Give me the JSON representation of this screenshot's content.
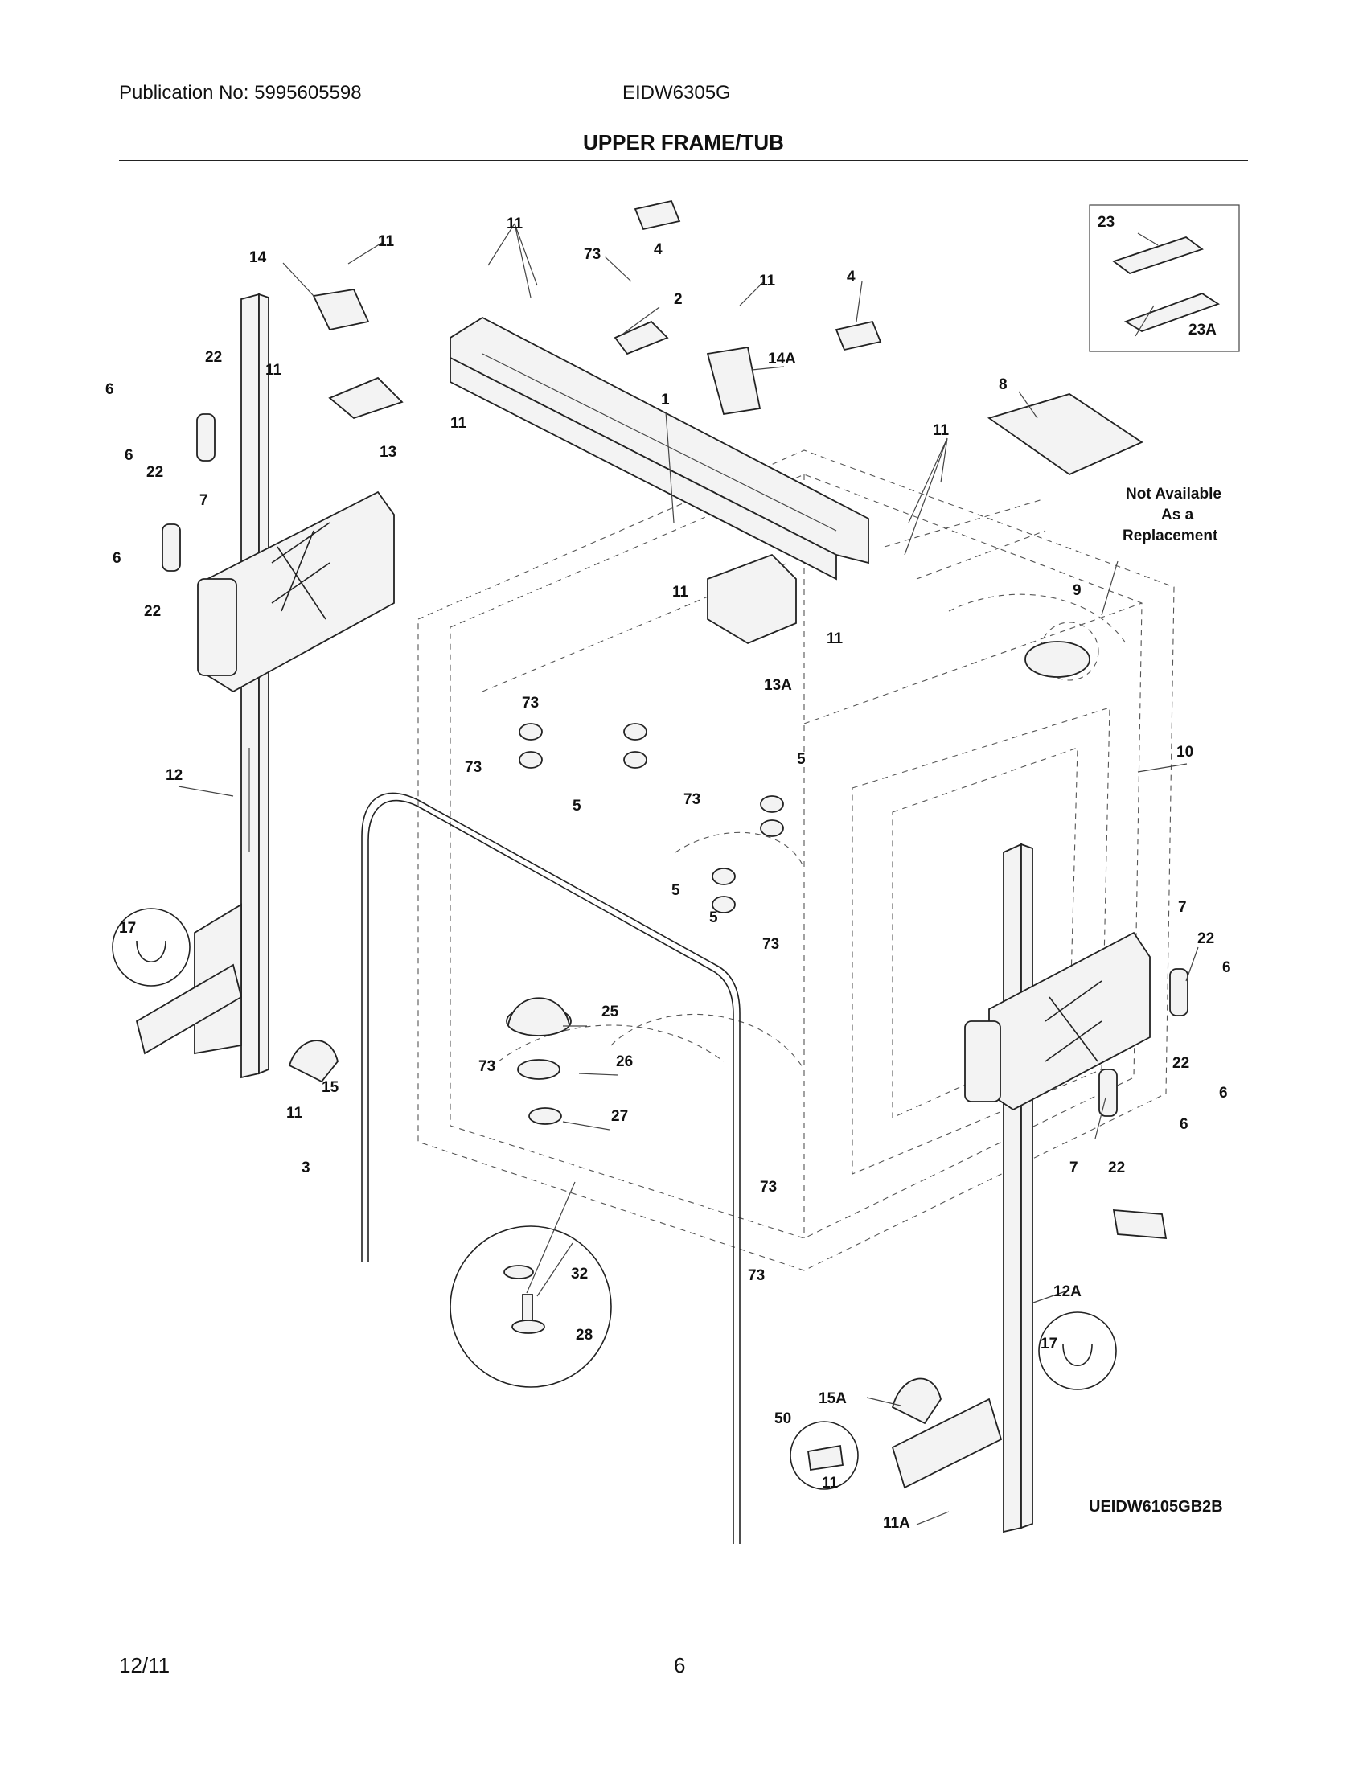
{
  "header": {
    "publication": "Publication No: 5995605598",
    "model": "EIDW6305G",
    "title": "UPPER FRAME/TUB"
  },
  "footer": {
    "date": "12/11",
    "page": "6"
  },
  "diagram": {
    "drawing_code": "UEIDW6105GB2B",
    "note": [
      "Not Available",
      "As a",
      "Replacement"
    ],
    "callouts": [
      "11",
      "11",
      "73",
      "4",
      "14",
      "11",
      "2",
      "4",
      "22",
      "6",
      "11",
      "14A",
      "1",
      "8",
      "6",
      "13",
      "11",
      "22",
      "7",
      "11",
      "6",
      "22",
      "11",
      "11",
      "13A",
      "9",
      "73",
      "73",
      "5",
      "5",
      "10",
      "12",
      "73",
      "5",
      "5",
      "17",
      "7",
      "22",
      "73",
      "6",
      "25",
      "26",
      "22",
      "73",
      "6",
      "15",
      "11",
      "27",
      "6",
      "7",
      "22",
      "3",
      "73",
      "73",
      "32",
      "12A",
      "28",
      "17",
      "15A",
      "50",
      "11",
      "11A",
      "23",
      "23A"
    ]
  }
}
